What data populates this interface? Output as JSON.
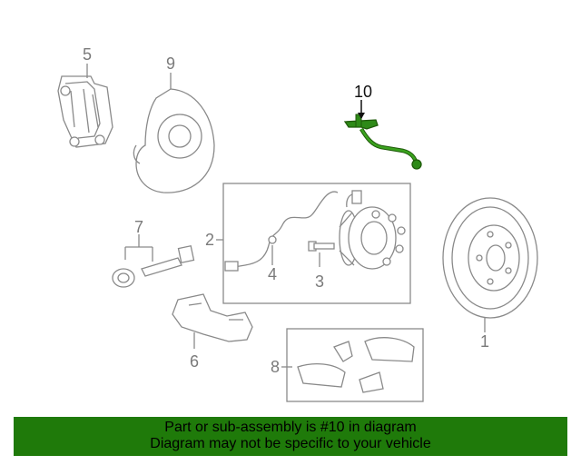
{
  "diagram": {
    "callouts": {
      "c1": "1",
      "c2": "2",
      "c3": "3",
      "c4": "4",
      "c5": "5",
      "c6": "6",
      "c7": "7",
      "c8": "8",
      "c9": "9",
      "c10": "10"
    },
    "highlighted_part": "10",
    "highlight_color": "#1f6b0f"
  },
  "banner": {
    "line1": "Part or sub-assembly is #10 in diagram",
    "line2": "Diagram may not be specific to your vehicle",
    "background": "#1f7a0a"
  }
}
